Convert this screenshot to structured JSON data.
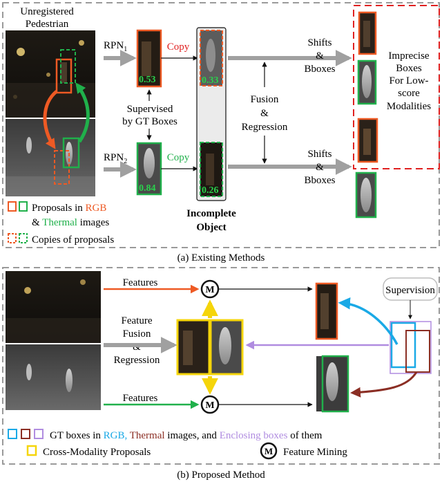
{
  "panel_a": {
    "caption": "(a) Existing Methods",
    "title_line1": "Unregistered",
    "title_line2": "Pedestrian",
    "rpn1": "RPN",
    "rpn1_sub": "1",
    "rpn2": "RPN",
    "rpn2_sub": "2",
    "copy_rgb": "Copy",
    "copy_thermal": "Copy",
    "score_rgb": "0.53",
    "score_rgb_copy": "0.33",
    "score_thermal": "0.84",
    "score_thermal_copy": "0.26",
    "supervised_line1": "Supervised",
    "supervised_line2": "by GT Boxes",
    "incomplete_line1": "Incomplete",
    "incomplete_line2": "Object",
    "fusion_line1": "Fusion",
    "fusion_line2": "&",
    "fusion_line3": "Regression",
    "shifts_top_1": "Shifts",
    "shifts_top_2": "&",
    "shifts_top_3": "Bboxes",
    "shifts_bot_1": "Shifts",
    "shifts_bot_2": "&",
    "shifts_bot_3": "Bboxes",
    "imprecise_1": "Imprecise",
    "imprecise_2": "Boxes",
    "imprecise_3": "For Low-",
    "imprecise_4": "score",
    "imprecise_5": "Modalities",
    "legend1_pre": "Proposals in ",
    "legend1_rgb": "RGB",
    "legend2_pre": "& ",
    "legend2_thermal": "Thermal",
    "legend2_post": " images",
    "legend3": "Copies of proposals"
  },
  "panel_b": {
    "caption": "(b) Proposed Method",
    "features_top": "Features",
    "features_bottom": "Features",
    "fusion_1": "Feature",
    "fusion_2": "Fusion",
    "fusion_3": "&",
    "fusion_4": "Regression",
    "mining_symbol": "M",
    "supervision": "Supervision",
    "legend1_pre": "GT boxes in ",
    "legend1_rgb": "RGB,",
    "legend1_thermal": "Thermal",
    "legend1_mid": " images, and ",
    "legend1_enclosing": "Enclosing boxes",
    "legend1_post": " of them",
    "legend2": "Cross-Modality Proposals",
    "legend3": "Feature Mining"
  },
  "colors": {
    "rgb": "#ee5a24",
    "thermal": "#20b04b",
    "gt_rgb": "#1aa9e6",
    "gt_thermal": "#8b2e24",
    "enclosing": "#b08ce0",
    "proposal": "#f5d50a",
    "imprecise": "#e02020",
    "arrow": "#a0a0a0"
  }
}
